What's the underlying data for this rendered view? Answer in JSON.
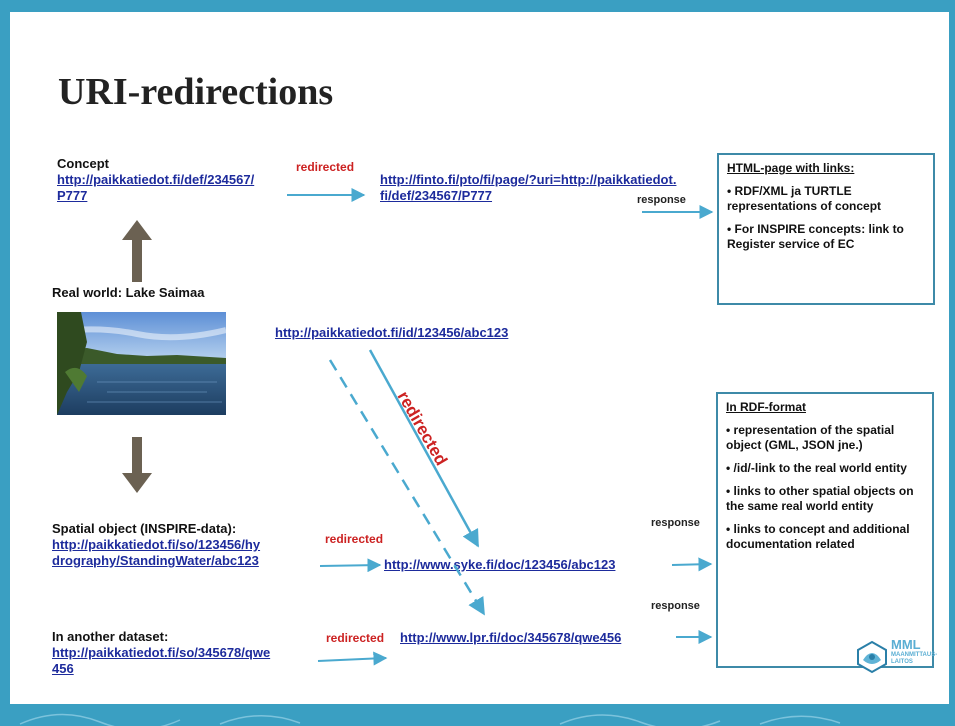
{
  "title": "URI-redirections",
  "concept": {
    "label": "Concept",
    "uri_line1": "http://paikkatiedot.fi/def/234567/",
    "uri_line2": "P777"
  },
  "finto": {
    "uri_line1": "http://finto.fi/pto/fi/page/?uri=http://paikkatiedot.",
    "uri_line2": "fi/def/234567/P777"
  },
  "real_world_label": "Real world: Lake Saimaa",
  "id_uri": "http://paikkatiedot.fi/id/123456/abc123",
  "spatial": {
    "label": "Spatial object (INSPIRE-data):",
    "uri_line1": "http://paikkatiedot.fi/so/123456/hy",
    "uri_line2": "drography/StandingWater/abc123"
  },
  "another": {
    "label": "In another dataset:",
    "uri_line1": "http://paikkatiedot.fi/so/345678/qwe",
    "uri_line2": "456"
  },
  "syke_uri": "http://www.syke.fi/doc/123456/abc123",
  "lpr_uri": "http://www.lpr.fi/doc/345678/qwe456",
  "redirected": "redirected",
  "response": "response",
  "html_box": {
    "heading": "HTML-page with links:",
    "items": [
      "• RDF/XML ja TURTLE representations of concept",
      "• For INSPIRE concepts: link to Register service of EC"
    ]
  },
  "rdf_box": {
    "heading": "In RDF-format",
    "items": [
      "• representation of the spatial object (GML, JSON jne.)",
      "• /id/-link to the real world entity",
      "• links to other spatial objects on the same real world entity",
      "• links to concept and additional documentation related"
    ]
  },
  "logo": {
    "line1": "MML",
    "line2": "MAANMITTAUS-",
    "line3": "LAITOS"
  },
  "colors": {
    "frame": "#3a9fc2",
    "link": "#1d2b9c",
    "redirect": "#cc2222",
    "arrow": "#4aa9cf",
    "up_down_arrow": "#6b6152"
  }
}
